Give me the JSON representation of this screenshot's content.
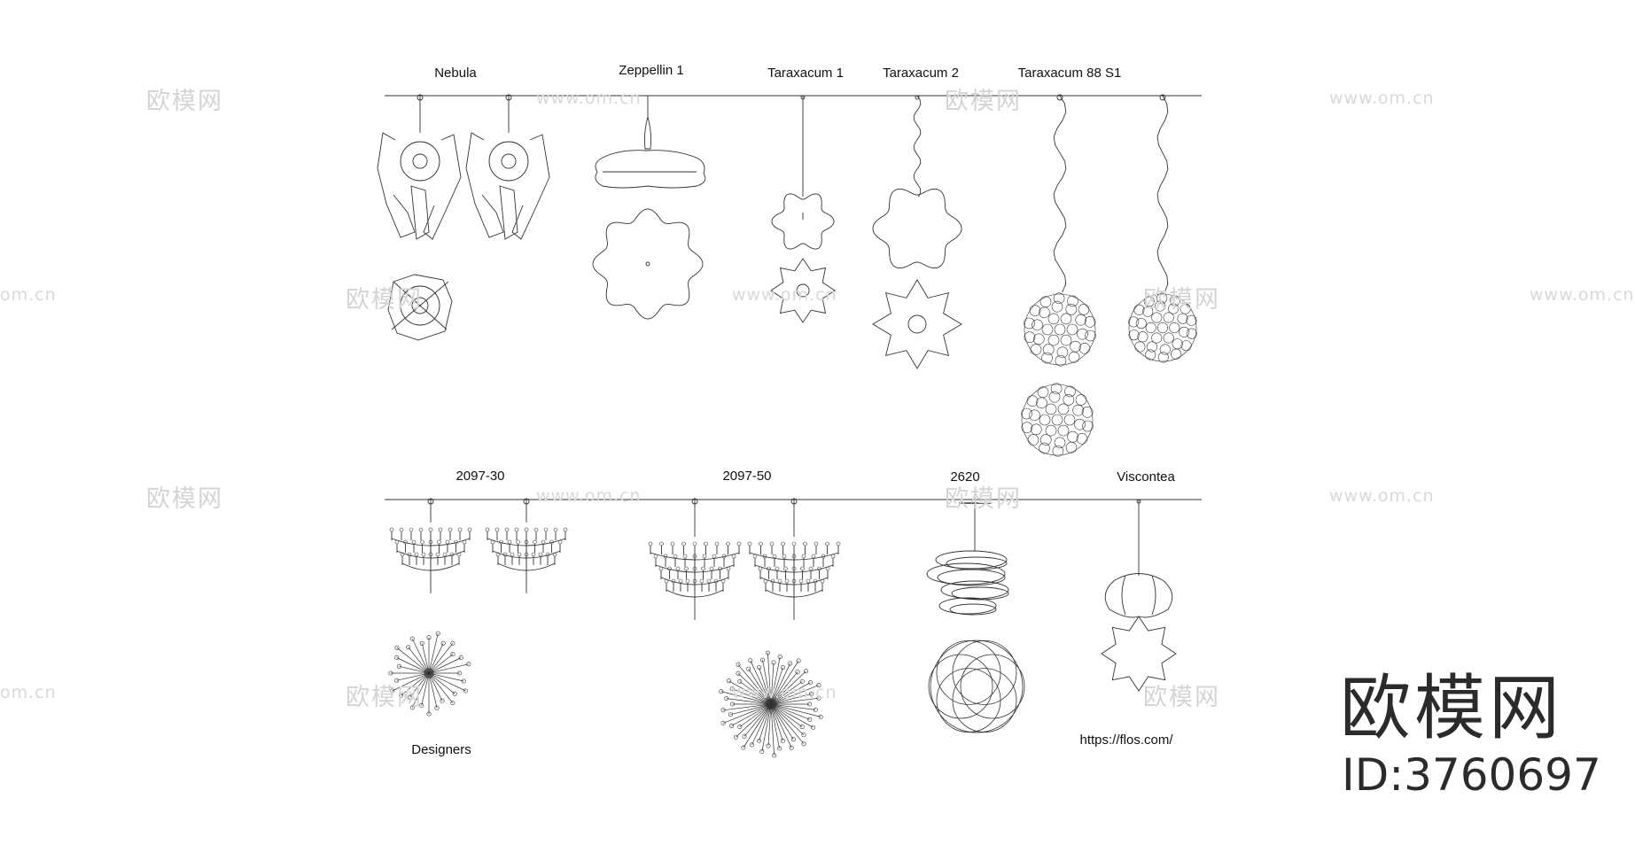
{
  "products": {
    "nebula": "Nebula",
    "zeppellin1": "Zeppellin 1",
    "taraxacum1": "Taraxacum 1",
    "taraxacum2": "Taraxacum 2",
    "taraxacum88": "Taraxacum 88 S1",
    "p2097_30": "2097-30",
    "p2097_50": "2097-50",
    "p2620": "2620",
    "viscontea": "Viscontea"
  },
  "notes": {
    "designers": "Designers",
    "url": "https://flos.com/"
  },
  "watermark": {
    "brand": "欧模网",
    "site": "www.om.cn",
    "site_short": "om.cn",
    "logo": "欧模网",
    "id": "ID:3760697"
  },
  "colors": {
    "line": "#333333",
    "watermark": "#d4d4d4",
    "logo": "#2b2b2b"
  }
}
